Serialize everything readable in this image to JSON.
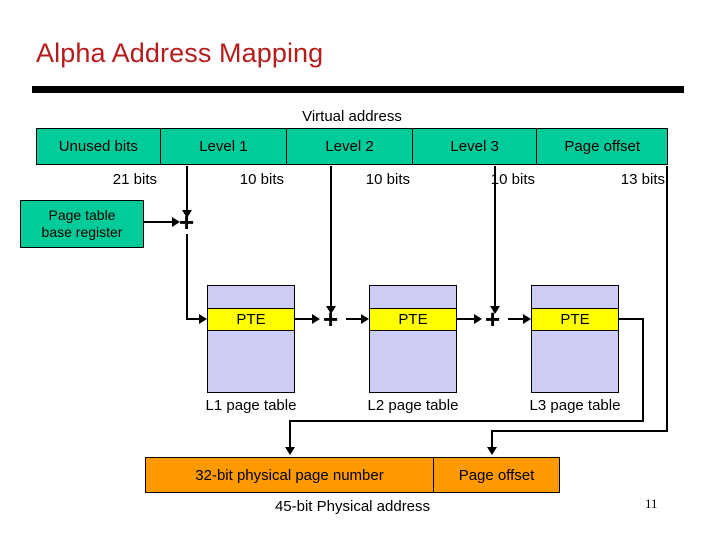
{
  "slide": {
    "title": "Alpha Address Mapping",
    "page_number": "11",
    "colors": {
      "title": "#b71c1c",
      "virtual_address_fill": "#00cc99",
      "page_table_fill": "#ccccf5",
      "pte_fill": "#ffff00",
      "physical_address_fill": "#ff9900",
      "line": "#000000"
    }
  },
  "virtual_address": {
    "caption": "Virtual address",
    "fields": [
      {
        "label": "Unused bits",
        "bits": "21 bits"
      },
      {
        "label": "Level 1",
        "bits": "10 bits"
      },
      {
        "label": "Level 2",
        "bits": "10 bits"
      },
      {
        "label": "Level 3",
        "bits": "10 bits"
      },
      {
        "label": "Page offset",
        "bits": "13 bits"
      }
    ]
  },
  "base_register": {
    "line1": "Page table",
    "line2": "base register"
  },
  "adders": [
    {
      "symbol": "+"
    },
    {
      "symbol": "+"
    },
    {
      "symbol": "+"
    }
  ],
  "page_tables": [
    {
      "entry": "PTE",
      "label": "L1 page table"
    },
    {
      "entry": "PTE",
      "label": "L2 page table"
    },
    {
      "entry": "PTE",
      "label": "L3 page table"
    }
  ],
  "physical_address": {
    "fields": [
      {
        "label": "32-bit physical page number"
      },
      {
        "label": "Page offset"
      }
    ],
    "caption": "45-bit Physical address"
  }
}
